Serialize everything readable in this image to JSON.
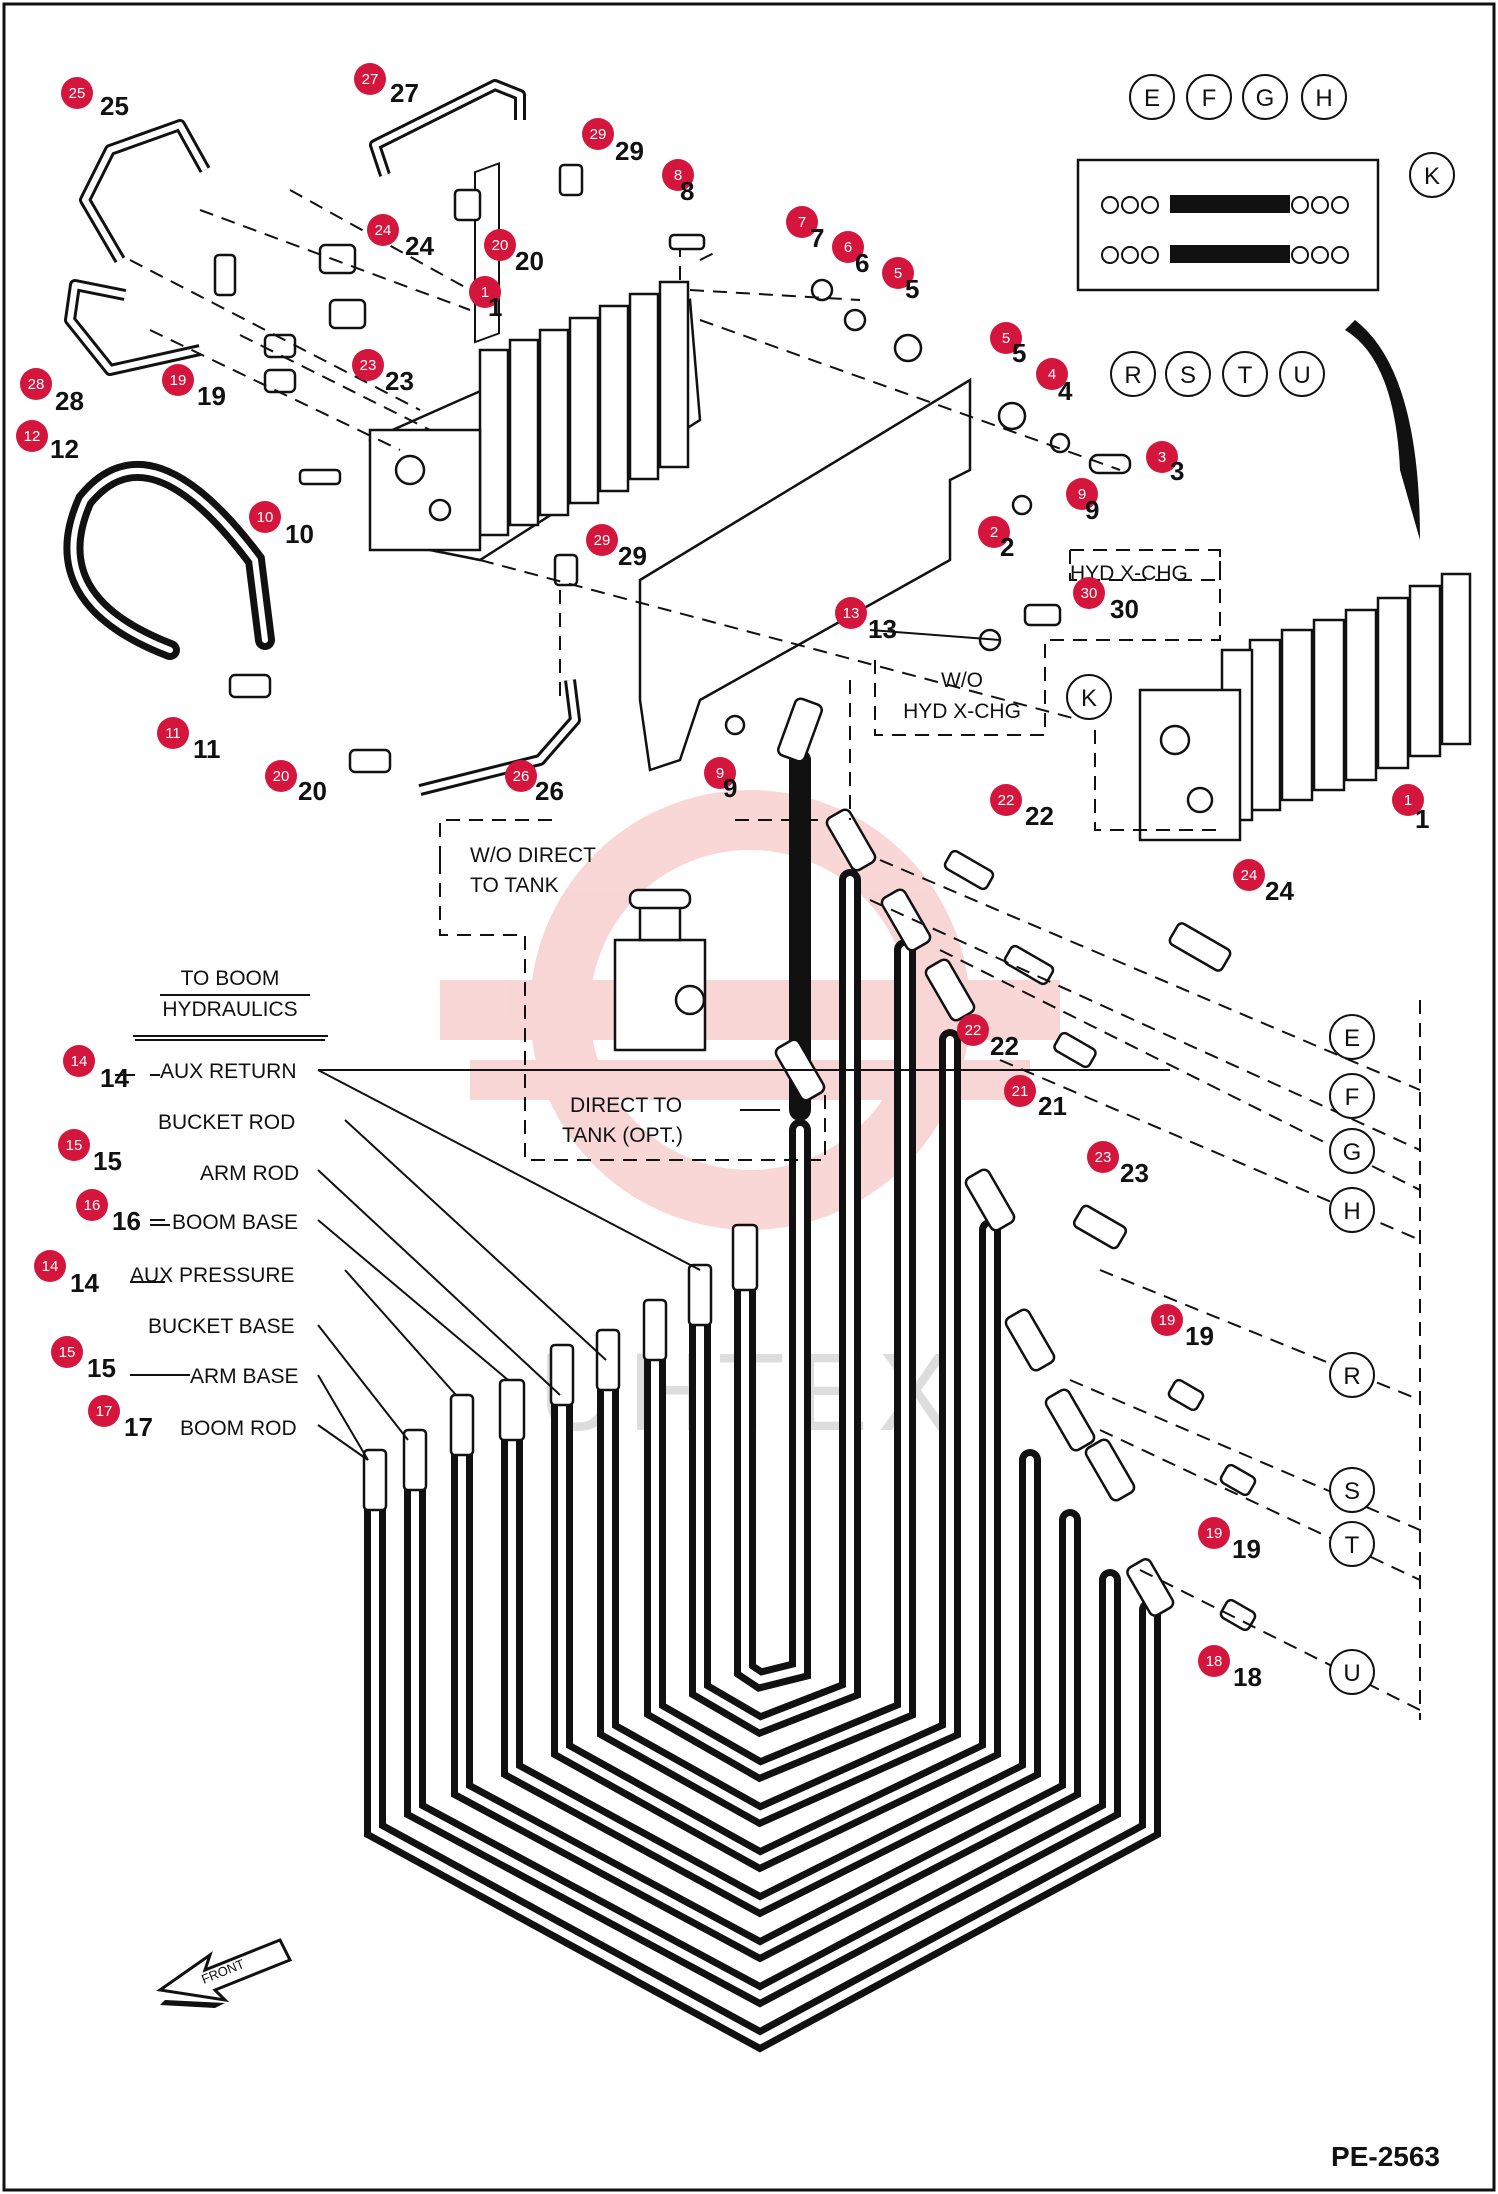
{
  "doc_code": "PE-2563",
  "watermark": "UHTEX",
  "colors": {
    "badge": "#d4163c",
    "line": "#111111",
    "hose": "#111111",
    "watermark": "#e84a4a"
  },
  "callouts": {
    "c25": "25",
    "c27": "27",
    "c29a": "29",
    "c8": "8",
    "c24a": "24",
    "c20a": "20",
    "c1a": "1",
    "c28": "28",
    "c12": "12",
    "c19a": "19",
    "c23a": "23",
    "c7": "7",
    "c6": "6",
    "c5a": "5",
    "c5b": "5",
    "c4": "4",
    "c3": "3",
    "c9a": "9",
    "c2": "2",
    "c10": "10",
    "c29b": "29",
    "c13": "13",
    "c30": "30",
    "c11": "11",
    "c20b": "20",
    "c26": "26",
    "c9b": "9",
    "c1b": "1",
    "c22a": "22",
    "c24b": "24",
    "c22b": "22",
    "c21": "21",
    "c23b": "23",
    "c19b": "19",
    "c19c": "19",
    "c18": "18",
    "c14a": "14",
    "c15a": "15",
    "c16": "16",
    "c14b": "14",
    "c15b": "15",
    "c17": "17"
  },
  "port_labels": {
    "E": "E",
    "F": "F",
    "G": "G",
    "H": "H",
    "K": "K",
    "R": "R",
    "S": "S",
    "T": "T",
    "U": "U"
  },
  "text_labels": {
    "hyd_xchg": "HYD X-CHG",
    "wo": "W/O",
    "wo_hyd_xchg": "HYD X-CHG",
    "wo_direct_1": "W/O DIRECT",
    "wo_direct_2": "TO TANK",
    "direct_1": "DIRECT TO",
    "direct_2": "TANK (OPT.)",
    "to_boom_1": "TO BOOM",
    "to_boom_2": "HYDRAULICS",
    "aux_return": "AUX RETURN",
    "bucket_rod": "BUCKET ROD",
    "arm_rod": "ARM ROD",
    "boom_base": "BOOM BASE",
    "aux_pressure": "AUX PRESSURE",
    "bucket_base": "BUCKET BASE",
    "arm_base": "ARM BASE",
    "boom_rod": "BOOM ROD",
    "front": "FRONT"
  }
}
